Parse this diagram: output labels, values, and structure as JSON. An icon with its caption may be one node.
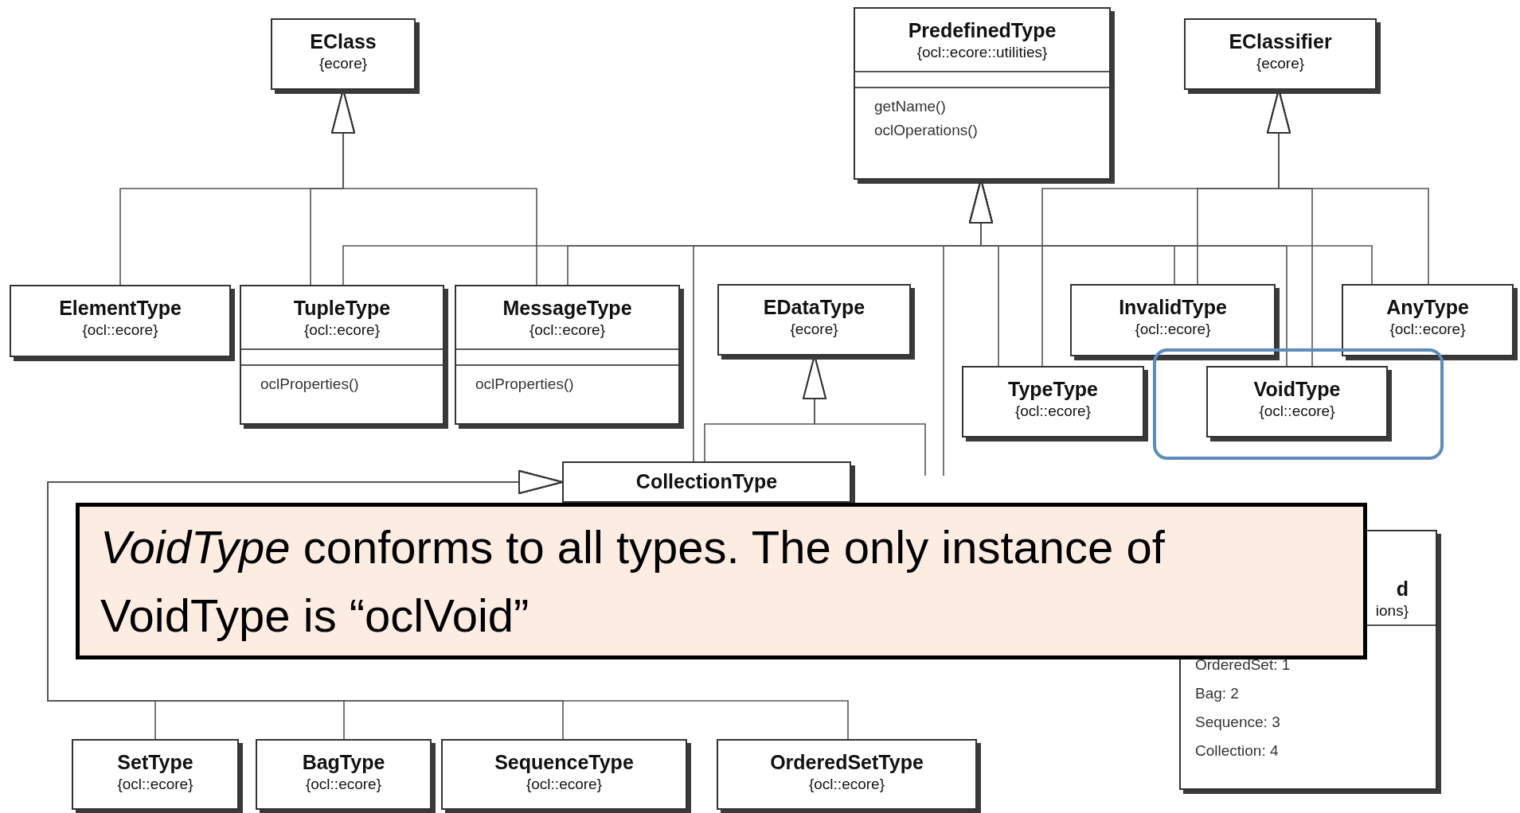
{
  "diagram": {
    "nodes": [
      {
        "text": [
          "EClass",
          "{ecore}"
        ]
      },
      {
        "text": [
          "PredefinedType",
          "{ocl::ecore::utilities}",
          "getName()",
          "oclOperations()"
        ]
      },
      {
        "text": [
          "EClassifier",
          "{ecore}"
        ]
      },
      {
        "text": [
          "ElementType",
          "{ocl::ecore}"
        ]
      },
      {
        "text": [
          "TupleType",
          "{ocl::ecore}",
          "oclProperties()"
        ]
      },
      {
        "text": [
          "MessageType",
          "{ocl::ecore}",
          "oclProperties()"
        ]
      },
      {
        "text": [
          "EDataType",
          "{ecore}"
        ]
      },
      {
        "text": [
          "InvalidType",
          "{ocl::ecore}"
        ]
      },
      {
        "text": [
          "AnyType",
          "{ocl::ecore}"
        ]
      },
      {
        "text": [
          "TypeType",
          "{ocl::ecore}"
        ]
      },
      {
        "text": [
          "VoidType",
          "{ocl::ecore}"
        ]
      },
      {
        "text": [
          "CollectionType"
        ]
      },
      {
        "text": [
          "d",
          "ions}",
          "OrderedSet: 1",
          "Bag: 2",
          "Sequence: 3",
          "Collection: 4"
        ]
      },
      {
        "text": [
          "SetType",
          "{ocl::ecore}"
        ]
      },
      {
        "text": [
          "BagType",
          "{ocl::ecore}"
        ]
      },
      {
        "text": [
          "SequenceType",
          "{ocl::ecore}"
        ]
      },
      {
        "text": [
          "OrderedSetType",
          "{ocl::ecore}"
        ]
      },
      {
        "text": [
          "*VoidType* conforms to all types. The only instance of VoidType is “oclVoid”"
        ]
      }
    ],
    "edges": [
      {
        "from": 3,
        "to": 0,
        "arrow": "to"
      },
      {
        "from": 4,
        "to": 0,
        "arrow": "to"
      },
      {
        "from": 5,
        "to": 0,
        "arrow": "to"
      },
      {
        "from": 4,
        "to": 1,
        "arrow": "to"
      },
      {
        "from": 5,
        "to": 1,
        "arrow": "to"
      },
      {
        "from": 11,
        "to": 1,
        "arrow": "to"
      },
      {
        "from": null,
        "to": 1,
        "arrow": "to"
      },
      {
        "from": 9,
        "to": 1,
        "arrow": "to"
      },
      {
        "from": 7,
        "to": 1,
        "arrow": "to"
      },
      {
        "from": 10,
        "to": 1,
        "arrow": "to"
      },
      {
        "from": 8,
        "to": 1,
        "arrow": "to"
      },
      {
        "from": 9,
        "to": 2,
        "arrow": "to"
      },
      {
        "from": 7,
        "to": 2,
        "arrow": "to"
      },
      {
        "from": 10,
        "to": 2,
        "arrow": "to"
      },
      {
        "from": 8,
        "to": 2,
        "arrow": "to"
      },
      {
        "from": 11,
        "to": 6,
        "arrow": "to"
      },
      {
        "from": null,
        "to": 6,
        "arrow": "to"
      },
      {
        "from": 13,
        "to": 11,
        "arrow": "to"
      },
      {
        "from": 14,
        "to": 11,
        "arrow": "to"
      },
      {
        "from": 15,
        "to": 11,
        "arrow": "to"
      },
      {
        "from": 16,
        "to": 11,
        "arrow": "to"
      }
    ]
  }
}
